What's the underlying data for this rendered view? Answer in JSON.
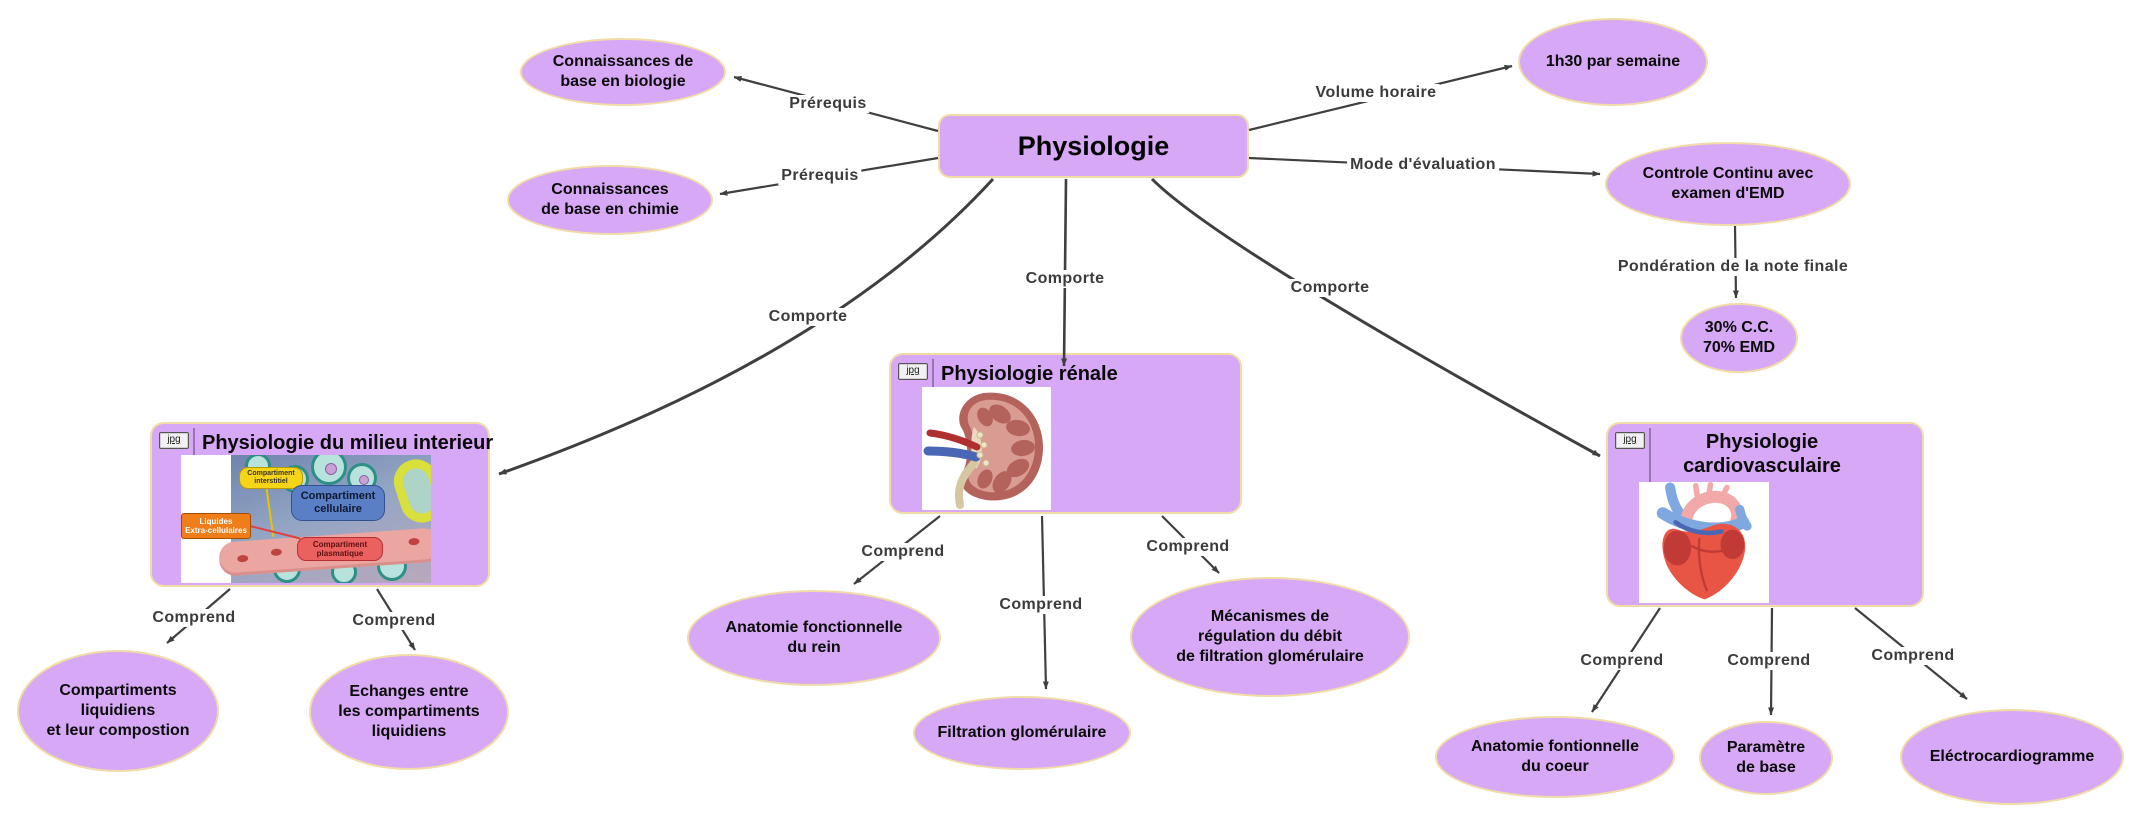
{
  "diagram": {
    "colors": {
      "node_fill": "#d7a8f6",
      "node_border": "#f0dca6",
      "edge": "#3f3f3f",
      "edge_label_text": "#3b3b3b"
    },
    "root": {
      "label": "Physiologie"
    },
    "ellipses": {
      "biologie": {
        "lines": [
          "Connaissances de",
          "base en biologie"
        ]
      },
      "chimie": {
        "lines": [
          "Connaissances",
          "de base en chimie"
        ]
      },
      "volume": {
        "lines": [
          "1h30 par semaine"
        ]
      },
      "controle": {
        "lines": [
          "Controle Continu avec",
          "examen d'EMD"
        ]
      },
      "ponderation": {
        "lines": [
          "30% C.C.",
          "70% EMD"
        ]
      },
      "compartiments": {
        "lines": [
          "Compartiments",
          "liquidiens",
          "et leur compostion"
        ]
      },
      "echanges": {
        "lines": [
          "Echanges entre",
          "les compartiments",
          "liquidiens"
        ]
      },
      "anatomie_rein": {
        "lines": [
          "Anatomie fonctionnelle",
          "du rein"
        ]
      },
      "filtration": {
        "lines": [
          "Filtration glomérulaire"
        ]
      },
      "mecanismes": {
        "lines": [
          "Mécanismes de",
          "régulation du débit",
          "de filtration glomérulaire"
        ]
      },
      "anatomie_coeur": {
        "lines": [
          "Anatomie fontionnelle",
          "du coeur"
        ]
      },
      "parametre": {
        "lines": [
          "Paramètre",
          "de base"
        ]
      },
      "ecg": {
        "lines": [
          "Eléctrocardiogramme"
        ]
      }
    },
    "boxes": {
      "milieu": {
        "badge": "jpg",
        "title_lines": [
          "Physiologie du milieu interieur"
        ]
      },
      "renale": {
        "badge": "jpg",
        "title_lines": [
          "Physiologie rénale"
        ]
      },
      "cardio": {
        "badge": "jpg",
        "title_lines": [
          "Physiologie",
          "cardiovasculaire"
        ]
      }
    },
    "edge_labels": {
      "prerequis_1": "Prérequis",
      "prerequis_2": "Prérequis",
      "volume_horaire": "Volume horaire",
      "mode_evaluation": "Mode d'évaluation",
      "ponderation": "Pondération de la note finale",
      "comporte_1": "Comporte",
      "comporte_2": "Comporte",
      "comporte_3": "Comporte",
      "comprend_1": "Comprend",
      "comprend_2": "Comprend",
      "comprend_3": "Comprend",
      "comprend_4": "Comprend",
      "comprend_5": "Comprend",
      "comprend_6": "Comprend",
      "comprend_7": "Comprend",
      "comprend_8": "Comprend"
    },
    "milieu_image_labels": {
      "interstitiel": {
        "lines": [
          "Compartiment",
          "interstitiel"
        ],
        "bg": "#f6d417"
      },
      "cellulaire": {
        "lines": [
          "Compartiment",
          "cellulaire"
        ],
        "bg": "#5b7fc5"
      },
      "liquides": {
        "lines": [
          "Liquides",
          "Extra-cellulaires"
        ],
        "bg": "#ef7d1a"
      },
      "plasmatique": {
        "lines": [
          "Compartiment",
          "plasmatique"
        ],
        "bg": "#ea6160"
      }
    }
  }
}
